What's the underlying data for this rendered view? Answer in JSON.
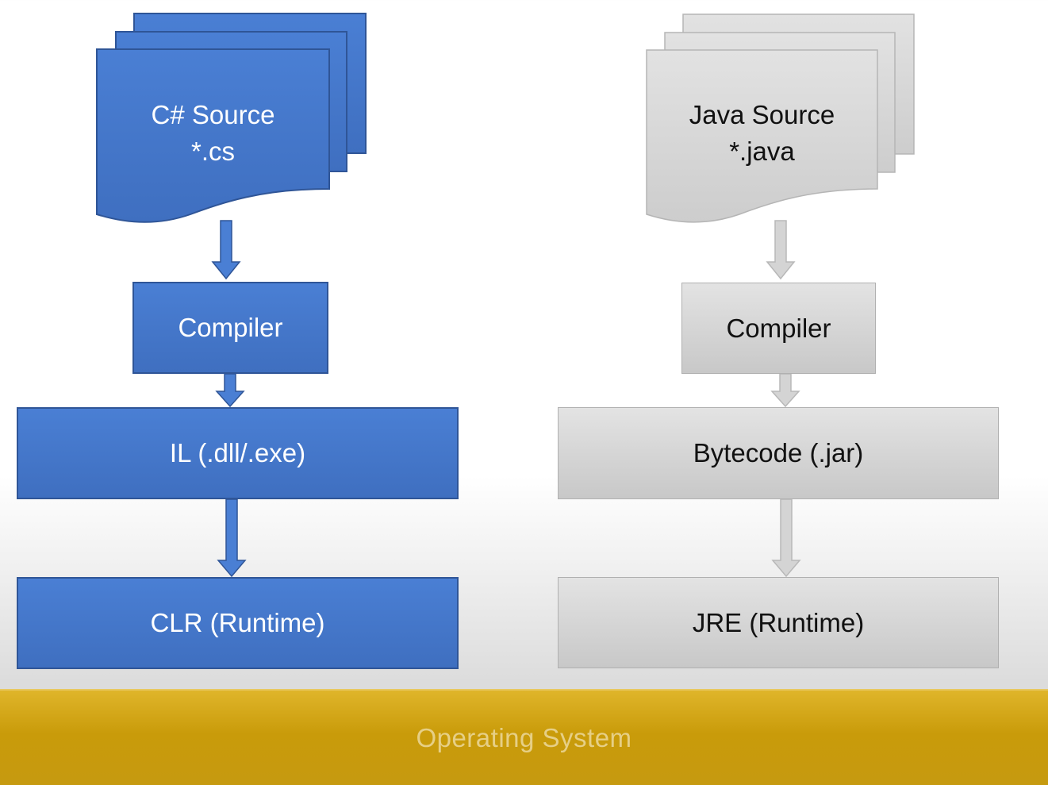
{
  "csharp": {
    "source_title": "C# Source",
    "source_ext": "*.cs",
    "compiler": "Compiler",
    "intermediate": "IL (.dll/.exe)",
    "runtime": "CLR (Runtime)"
  },
  "java": {
    "source_title": "Java Source",
    "source_ext": "*.java",
    "compiler": "Compiler",
    "intermediate": "Bytecode (.jar)",
    "runtime": "JRE (Runtime)"
  },
  "os": {
    "label": "Operating System"
  },
  "colors": {
    "csharp_fill": "#4a7fd4",
    "csharp_stroke": "#2f5597",
    "java_fill": "#d6d6d6",
    "java_stroke": "#b0b0b0",
    "os_bar": "#c99b0a",
    "os_text": "#e6cf86"
  }
}
